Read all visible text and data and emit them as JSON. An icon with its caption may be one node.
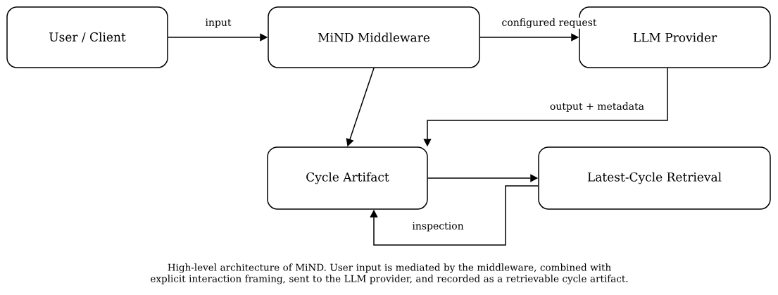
{
  "diagram": {
    "caption": "High-level architecture of MiND. User input is mediated by the middleware, combined with explicit interaction framing, sent to the LLM provider, and recorded as a retrievable cycle artifact.",
    "nodes": [
      {
        "text": [
          "User / Client"
        ]
      },
      {
        "text": [
          "MiND Middleware"
        ]
      },
      {
        "text": [
          "LLM Provider"
        ]
      },
      {
        "text": [
          "Cycle Artifact"
        ]
      },
      {
        "text": [
          "Latest-Cycle Retrieval"
        ]
      }
    ],
    "edges": [
      {
        "from": 0,
        "to": 1,
        "arrow": "to",
        "label": "input"
      },
      {
        "from": 1,
        "to": 2,
        "arrow": "to",
        "label": "configured request"
      },
      {
        "from": 1,
        "to": 3,
        "arrow": "to"
      },
      {
        "from": 2,
        "to": 3,
        "arrow": "to",
        "label": "output + metadata"
      },
      {
        "from": 3,
        "to": 4,
        "arrow": "to"
      },
      {
        "from": 4,
        "to": 3,
        "arrow": "to",
        "label": "inspection"
      }
    ]
  }
}
